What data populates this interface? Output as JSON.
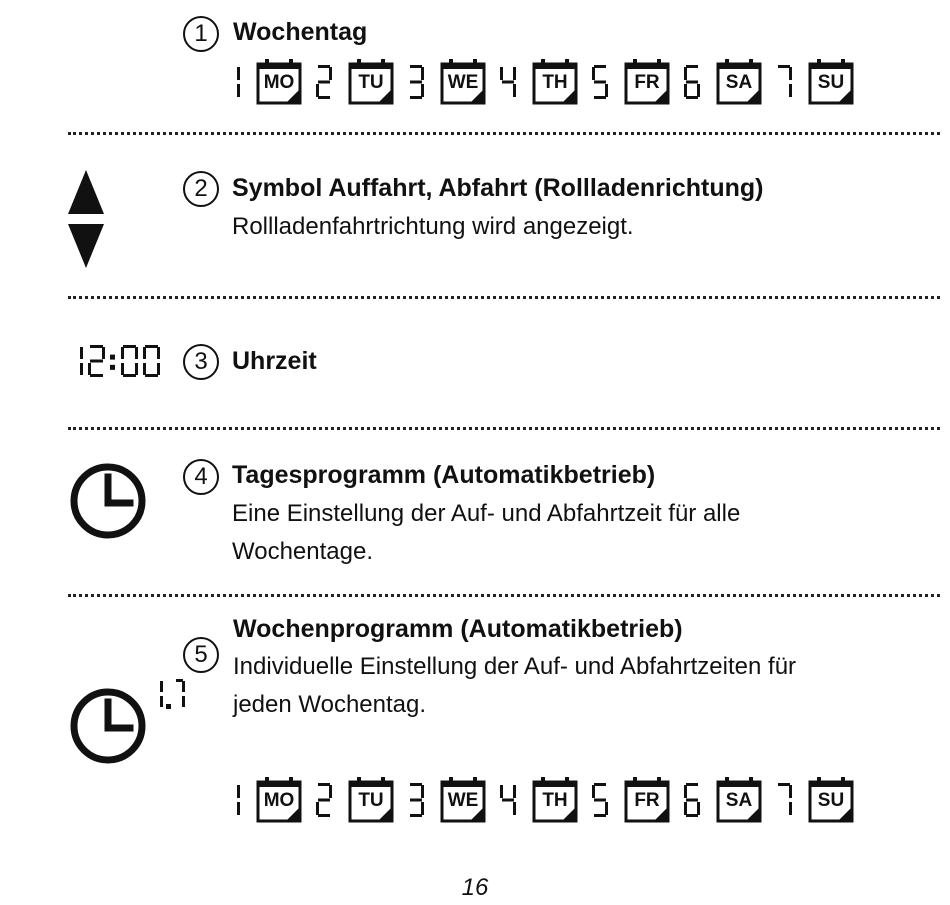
{
  "items": [
    {
      "number": "1",
      "title": "Wochentag",
      "description_lines": []
    },
    {
      "number": "2",
      "title": "Symbol Auffahrt, Abfahrt (Rollladenrichtung)",
      "description_lines": [
        "Rollladenfahrtrichtung wird angezeigt."
      ]
    },
    {
      "number": "3",
      "title": "Uhrzeit",
      "description_lines": []
    },
    {
      "number": "4",
      "title": "Tagesprogramm (Automatikbetrieb)",
      "description_lines": [
        "Eine Einstellung der Auf- und Abfahrtzeit für alle",
        "Wochentage."
      ]
    },
    {
      "number": "5",
      "title": "Wochenprogramm (Automatikbetrieb)",
      "description_lines": [
        "Individuelle Einstellung der Auf- und Abfahrtzeiten für",
        "jeden Wochentag."
      ]
    }
  ],
  "weekdays": [
    {
      "digit": "1",
      "label": "MO"
    },
    {
      "digit": "2",
      "label": "TU"
    },
    {
      "digit": "3",
      "label": "WE"
    },
    {
      "digit": "4",
      "label": "TH"
    },
    {
      "digit": "5",
      "label": "FR"
    },
    {
      "digit": "6",
      "label": "SA"
    },
    {
      "digit": "7",
      "label": "SU"
    }
  ],
  "clock_display": "12:00",
  "week_range_display": "1..7",
  "page_number": "16"
}
